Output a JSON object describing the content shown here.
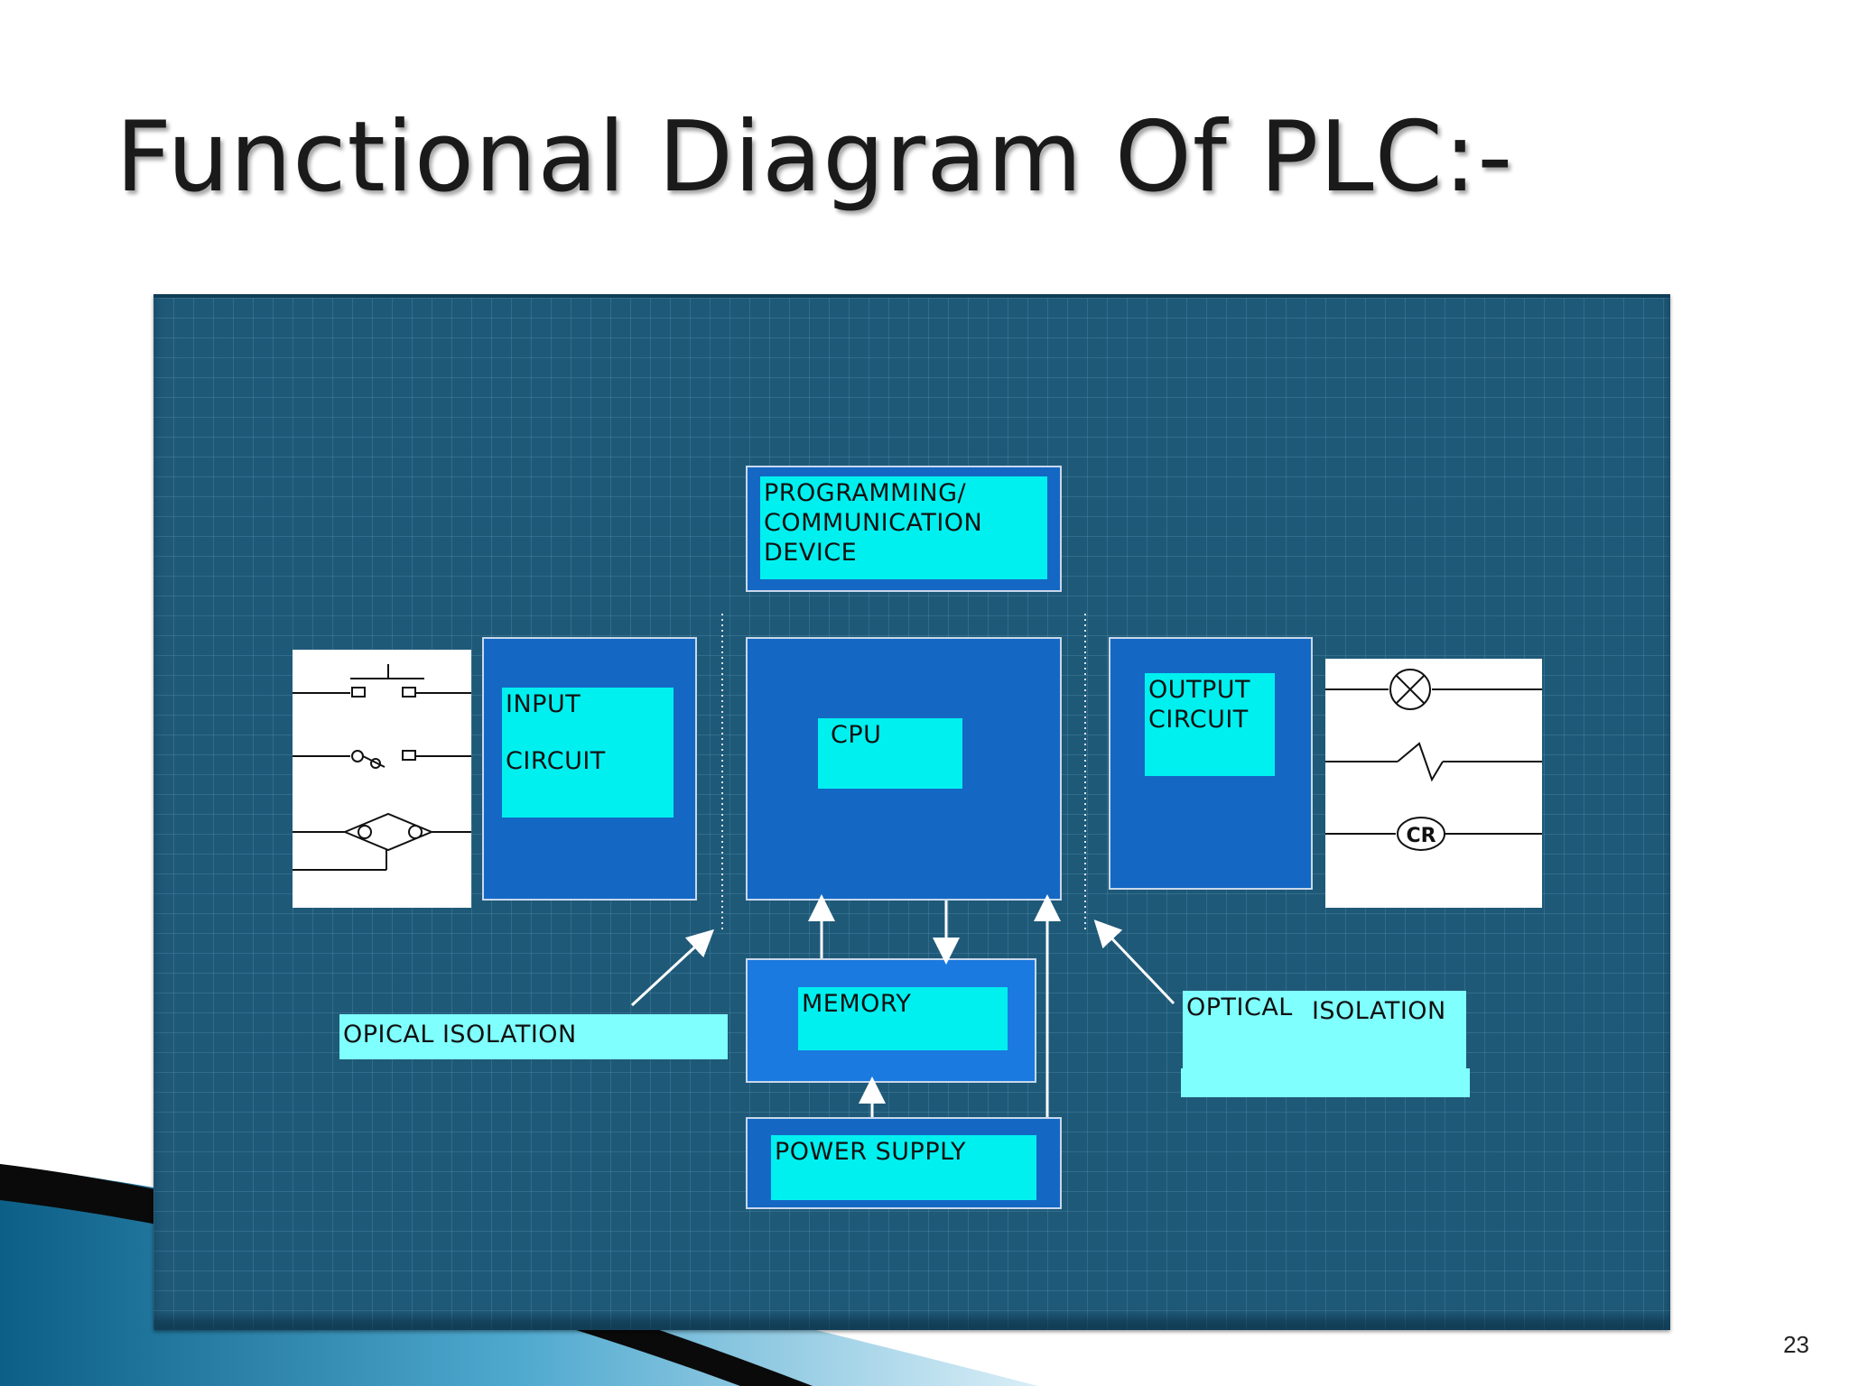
{
  "slide": {
    "title": "Functional Diagram Of PLC:-",
    "page_number": "23"
  },
  "diagram": {
    "programming_device": "PROGRAMMING/ COMMUNICATION DEVICE",
    "input_circuit_line1": "INPUT",
    "input_circuit_line2": "CIRCUIT",
    "cpu": "CPU",
    "output_circuit": "OUTPUT CIRCUIT",
    "memory": "MEMORY",
    "power_supply": "POWER SUPPLY",
    "left_isolation": "OPICAL ISOLATION",
    "right_isolation_1": "OPTICAL",
    "right_isolation_2": "ISOLATION",
    "output_device_cr": "CR"
  },
  "colors": {
    "board": "#1f5978",
    "block": "#1468c4",
    "label": "#00f0f0",
    "label_pale": "#80ffff"
  }
}
